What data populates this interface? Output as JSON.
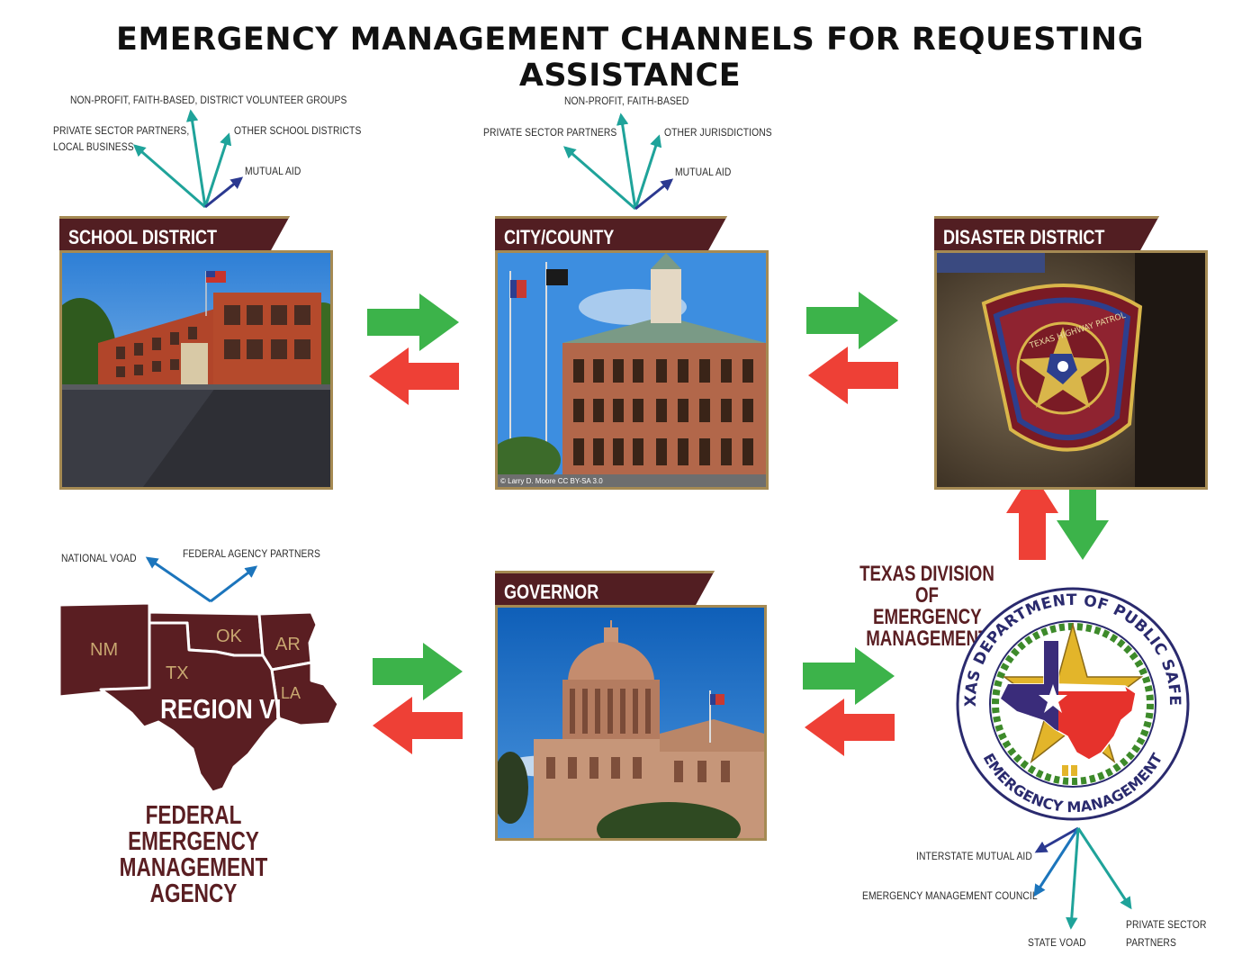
{
  "title": "EMERGENCY MANAGEMENT CHANNELS FOR REQUESTING ASSISTANCE",
  "colors": {
    "maroon": "#521e22",
    "gold": "#a58a53",
    "green_arrow": "#3cb34a",
    "red_arrow": "#ee4036",
    "teal": "#1fa39a",
    "navy": "#2b3990",
    "blue": "#1c75bc"
  },
  "school_district": {
    "tab": "SCHOOL DISTRICT",
    "channels": [
      "NON-PROFIT, FAITH-BASED, DISTRICT VOLUNTEER GROUPS",
      "PRIVATE SECTOR PARTNERS,",
      "LOCAL BUSINESS",
      "OTHER SCHOOL DISTRICTS",
      "MUTUAL AID"
    ]
  },
  "city_county": {
    "tab": "CITY/COUNTY",
    "channels": [
      "NON-PROFIT, FAITH-BASED",
      "PRIVATE SECTOR PARTNERS",
      "OTHER JURISDICTIONS",
      "MUTUAL AID"
    ],
    "photo_credit": "© Larry D. Moore CC BY-SA 3.0"
  },
  "disaster_district": {
    "tab": "DISASTER DISTRICT",
    "patch_text": "TEXAS HIGHWAY PATROL"
  },
  "governor": {
    "tab": "GOVERNOR"
  },
  "fema": {
    "channels": [
      "NATIONAL VOAD",
      "FEDERAL AGENCY PARTNERS"
    ],
    "states": [
      "NM",
      "OK",
      "AR",
      "TX",
      "LA"
    ],
    "region": "REGION VI",
    "name_line1": "FEDERAL EMERGENCY",
    "name_line2": "MANAGEMENT AGENCY"
  },
  "tdem": {
    "name_line1": "TEXAS DIVISION OF",
    "name_line2": "EMERGENCY",
    "name_line3": "MANAGEMENT",
    "seal_top": "TEXAS DEPARTMENT OF PUBLIC SAFETY",
    "seal_bottom": "EMERGENCY MANAGEMENT",
    "channels": [
      "INTERSTATE MUTUAL AID",
      "EMERGENCY MANAGEMENT COUNCIL",
      "STATE VOAD",
      "PRIVATE SECTOR",
      "PARTNERS"
    ]
  }
}
